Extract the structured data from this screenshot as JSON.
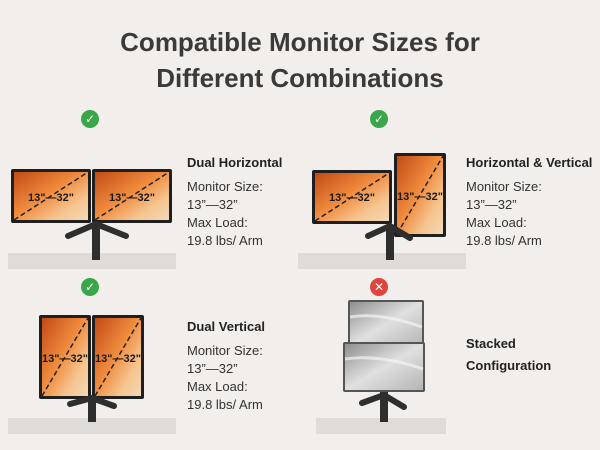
{
  "title_line1": "Compatible Monitor Sizes for",
  "title_line2": "Different Combinations",
  "size_label": "13\"—32\"",
  "combos": [
    {
      "name": "Dual Horizontal",
      "l1": "Monitor Size:",
      "l2": "13”—32”",
      "l3": "Max Load:",
      "l4": "19.8 lbs/ Arm",
      "status": "compatible"
    },
    {
      "name": "Horizontal & Vertical",
      "l1": "Monitor Size:",
      "l2": "13”—32”",
      "l3": "Max Load:",
      "l4": "19.8 lbs/ Arm",
      "status": "compatible"
    },
    {
      "name": "Dual Vertical",
      "l1": "Monitor Size:",
      "l2": "13”—32”",
      "l3": "Max Load:",
      "l4": "19.8 lbs/ Arm",
      "status": "compatible"
    },
    {
      "name_line1": "Stacked",
      "name_line2": "Configuration",
      "status": "not-compatible"
    }
  ],
  "icons": {
    "check": "check-icon",
    "cross": "cross-icon"
  },
  "colors": {
    "check": "#3aa64a",
    "cross": "#e0443d",
    "screen_orange": "#e8702a",
    "background": "#f1eeeb"
  }
}
